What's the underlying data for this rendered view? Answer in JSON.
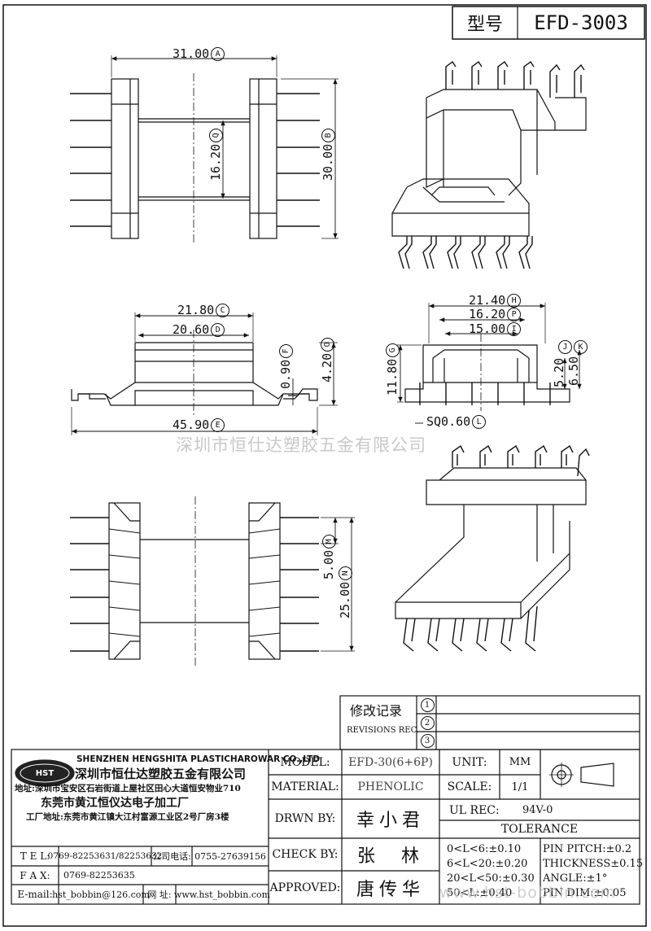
{
  "header": {
    "model_label": "型号",
    "model_value": "EFD-3003"
  },
  "dims": {
    "a": {
      "value": "31.00",
      "tag": "A"
    },
    "b": {
      "value": "30.00",
      "tag": "B"
    },
    "q": {
      "value": "16.20",
      "tag": "Q"
    },
    "c": {
      "value": "21.80",
      "tag": "C"
    },
    "d": {
      "value": "20.60",
      "tag": "D"
    },
    "f": {
      "value": "0.90",
      "tag": "F"
    },
    "o": {
      "value": "4.20",
      "tag": "O"
    },
    "e": {
      "value": "45.90",
      "tag": "E"
    },
    "h": {
      "value": "21.40",
      "tag": "H"
    },
    "p": {
      "value": "16.20",
      "tag": "P"
    },
    "i": {
      "value": "15.00",
      "tag": "I"
    },
    "g": {
      "value": "11.80",
      "tag": "G"
    },
    "j": {
      "value": "5.20",
      "tag": "J"
    },
    "k": {
      "value": "6.50",
      "tag": "K"
    },
    "l": {
      "value": "SQ0.60",
      "tag": "L"
    },
    "m": {
      "value": "5.00",
      "tag": "M"
    },
    "n": {
      "value": "25.00",
      "tag": "N"
    }
  },
  "watermark": "深圳市恒仕达塑胶五金有限公司",
  "revisions": {
    "title": "修改记录",
    "subtitle": "REVISIONS REC.",
    "rows": [
      "1",
      "2",
      "3"
    ]
  },
  "company": {
    "name_en": "SHENZHEN HENGSHITA PLASTICHAROWAR CO.,LTD",
    "name_cn": "深圳市恒仕达塑胶五金有限公司",
    "address": "地址:深圳市宝安区石岩街道上屋社区田心大道恒安物业710",
    "factory": "东莞市黄江恒仪达电子加工厂",
    "factory_address": "工厂地址:东莞市黄江镇大江村富源工业区2号厂房3楼",
    "logo": "HST"
  },
  "contact": {
    "tel_label": "T E L:",
    "tel": "0769-82253631/82253632",
    "phone_label": "公司电话:",
    "phone": "0755-27639156",
    "fax_label": "F A X:",
    "fax": "0769-82253635",
    "email_label": "E-mail:",
    "email": "hst_bobbin@126.com",
    "web_label": "网 址:",
    "web": "www.hst_bobbin.com"
  },
  "spec": {
    "model_label": "MODEL:",
    "model": "EFD-30(6+6P)",
    "material_label": "MATERIAL:",
    "material": "PHENOLIC",
    "drawn_label": "DRWN BY:",
    "drawn": "幸小君",
    "check_label": "CHECK BY:",
    "check": "张  林",
    "approved_label": "APPROVED:",
    "approved": "唐传华",
    "unit_label": "UNIT:",
    "unit": "MM",
    "scale_label": "SCALE:",
    "scale": "1/1",
    "ul_label": "UL REC:",
    "ul": "94V-0",
    "tolerance_label": "TOLERANCE",
    "tol": [
      "0<L<6:±0.10",
      "6<L<20:±0.20",
      "20<L<50:±0.30",
      "50<L:±0.40"
    ],
    "tol_right": [
      "PIN PITCH:±0.2",
      "THICKNESS±0.15",
      "ANGLE:±1°",
      "PIN DIM:±0.05"
    ]
  },
  "bottom_watermark": "www.hst-bobbin.com"
}
